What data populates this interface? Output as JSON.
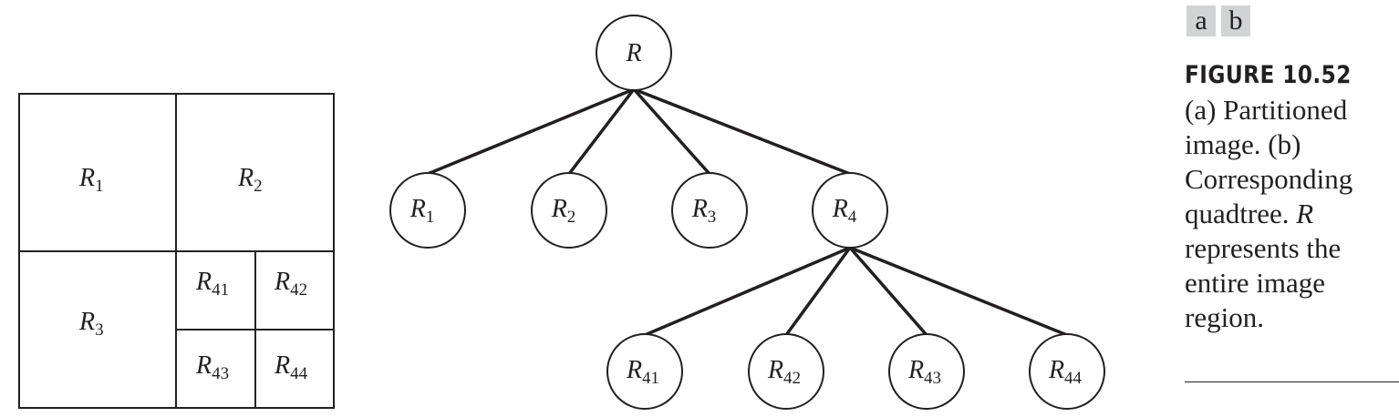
{
  "panel_tags": [
    "a",
    "b"
  ],
  "partition": {
    "cells": [
      {
        "name": "R",
        "sub": "1"
      },
      {
        "name": "R",
        "sub": "2"
      },
      {
        "name": "R",
        "sub": "3"
      },
      {
        "name": "R",
        "sub": "41"
      },
      {
        "name": "R",
        "sub": "42"
      },
      {
        "name": "R",
        "sub": "43"
      },
      {
        "name": "R",
        "sub": "44"
      }
    ]
  },
  "quadtree": {
    "root": {
      "name": "R",
      "sub": ""
    },
    "level1": [
      {
        "name": "R",
        "sub": "1"
      },
      {
        "name": "R",
        "sub": "2"
      },
      {
        "name": "R",
        "sub": "3"
      },
      {
        "name": "R",
        "sub": "4"
      }
    ],
    "level2": [
      {
        "name": "R",
        "sub": "41"
      },
      {
        "name": "R",
        "sub": "42"
      },
      {
        "name": "R",
        "sub": "43"
      },
      {
        "name": "R",
        "sub": "44"
      }
    ]
  },
  "caption": {
    "title": "FIGURE 10.52",
    "line_a": "(a) Partitioned image.",
    "line_b_prefix": "(b) Corresponding quadtree.",
    "line_b_symbol": "R",
    "line_b_suffix": "represents the entire image region."
  }
}
